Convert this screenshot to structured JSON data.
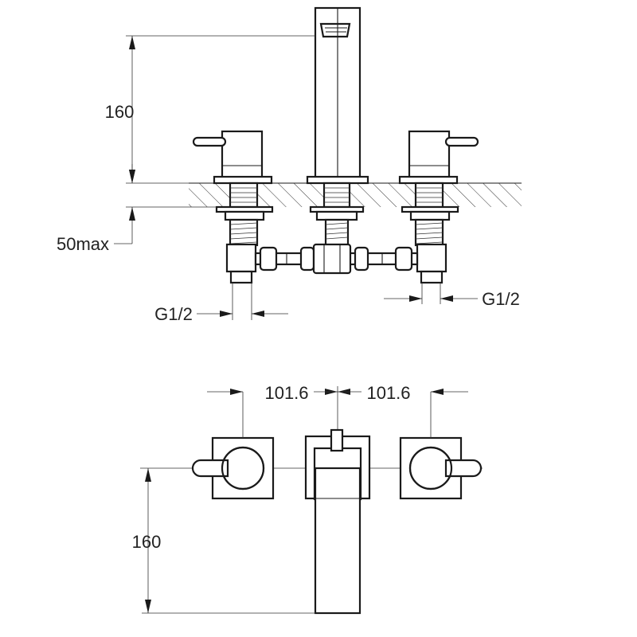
{
  "front_view": {
    "spout_height": "160",
    "deck_thickness": "50max",
    "inlet_left": "G1/2",
    "inlet_right": "G1/2"
  },
  "top_view": {
    "spacing_left": "101.6",
    "spacing_right": "101.6",
    "spout_reach": "160"
  }
}
